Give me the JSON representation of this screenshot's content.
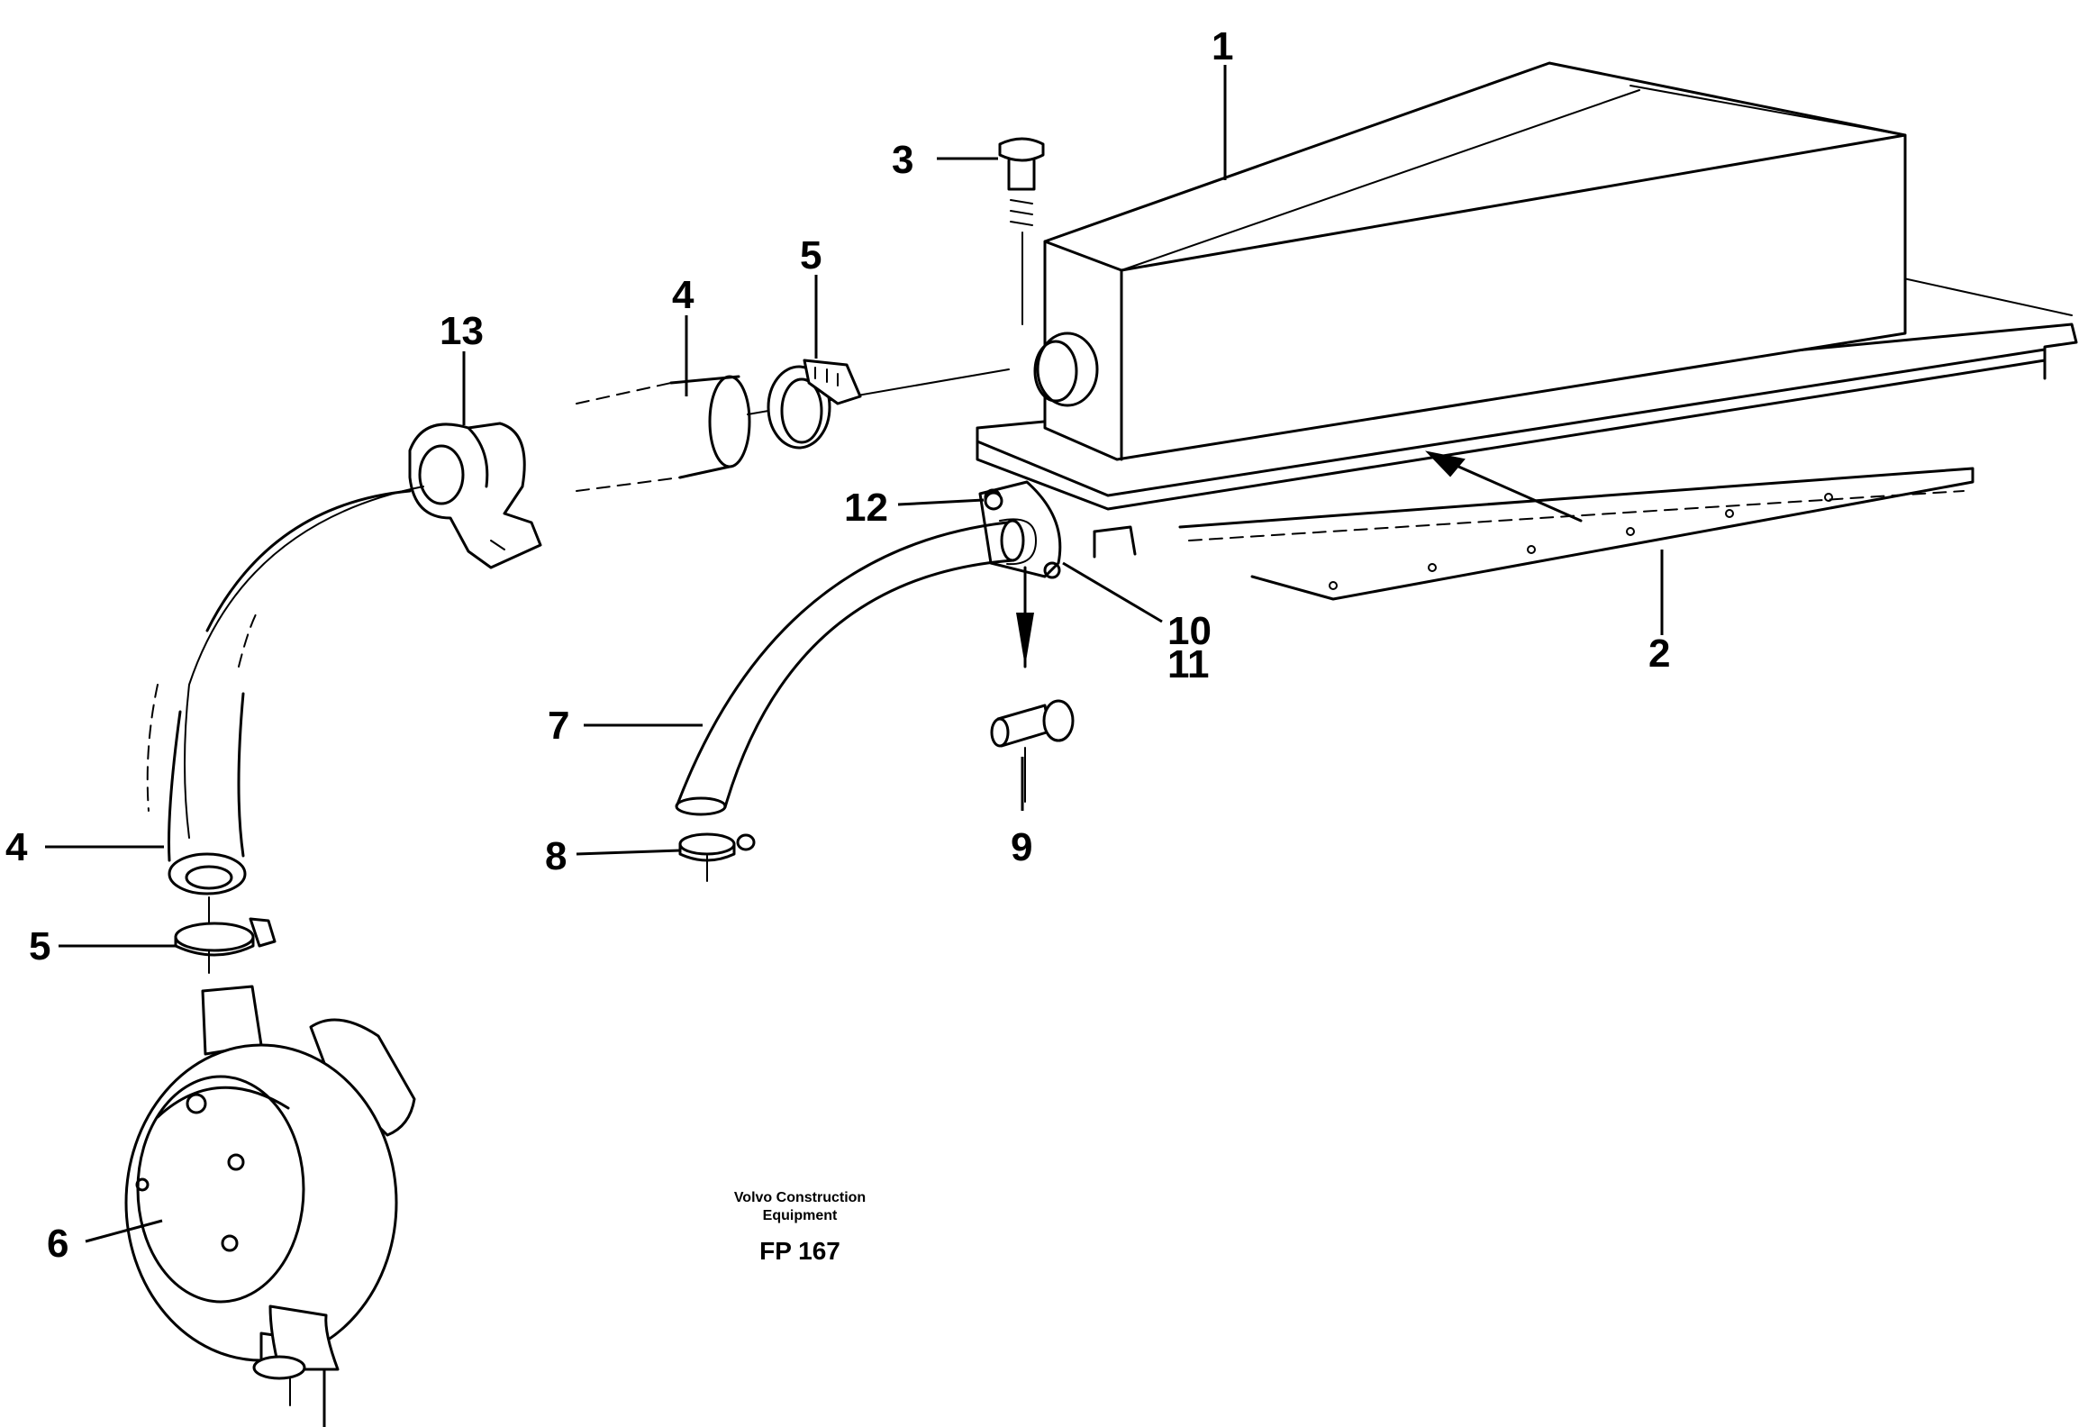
{
  "callouts": {
    "c1": "1",
    "c2": "2",
    "c3": "3",
    "c4_top": "4",
    "c4_left": "4",
    "c5_top": "5",
    "c5_left": "5",
    "c6": "6",
    "c7": "7",
    "c8": "8",
    "c9": "9",
    "c10": "10",
    "c11": "11",
    "c12": "12",
    "c13": "13"
  },
  "caption": {
    "line1": "Volvo Construction",
    "line2": "Equipment",
    "code": "FP 167"
  }
}
